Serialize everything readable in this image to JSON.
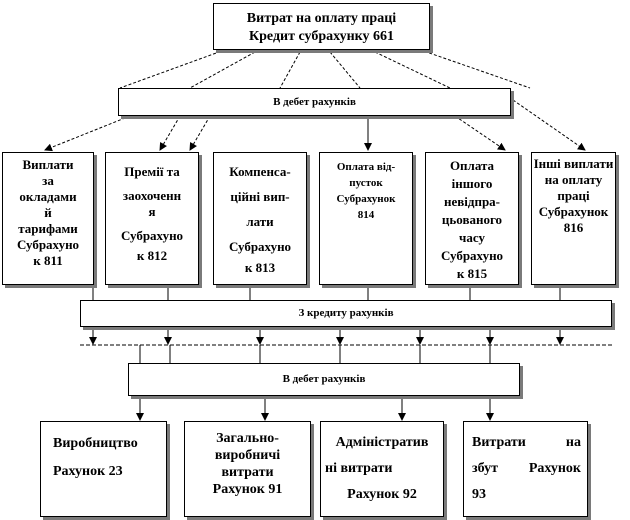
{
  "top_box": {
    "line1": "Витрат на оплату праці",
    "line2": "Кредит субрахунку 661"
  },
  "debit_bar_1": "В дебет рахунків",
  "categories": [
    {
      "lines": [
        "Виплати",
        "за",
        "окладами",
        "й",
        "тарифами",
        "Субрахуно",
        "к 811"
      ]
    },
    {
      "lines": [
        "Премії та",
        "заохоченн",
        "я",
        "Субрахуно",
        "к 812"
      ]
    },
    {
      "lines": [
        "Компенса-",
        "ційні вип-",
        "лати",
        "Субрахуно",
        "к 813"
      ]
    },
    {
      "lines": [
        "Оплата від-",
        "пусток",
        "Субрахунок",
        "814"
      ]
    },
    {
      "lines": [
        "Оплата",
        "іншого",
        "невідпра-",
        "цьованого",
        "часу",
        "Субрахуно",
        "к 815"
      ]
    },
    {
      "lines": [
        "Інші виплати",
        "на оплату",
        "праці",
        "Субрахунок",
        "816"
      ]
    }
  ],
  "credit_bar": "З кредиту рахунків",
  "debit_bar_2": "В дебет рахунків",
  "accounts": [
    {
      "lines": [
        "Виробництво",
        "Рахунок 23"
      ]
    },
    {
      "lines": [
        "Загально-",
        "виробничі",
        "витрати",
        "Рахунок 91"
      ]
    },
    {
      "lines": [
        "Адміністратив",
        "ні витрати",
        "Рахунок 92"
      ]
    },
    {
      "lines": [
        "Витрати на",
        "збут Рахунок",
        "93"
      ]
    }
  ]
}
